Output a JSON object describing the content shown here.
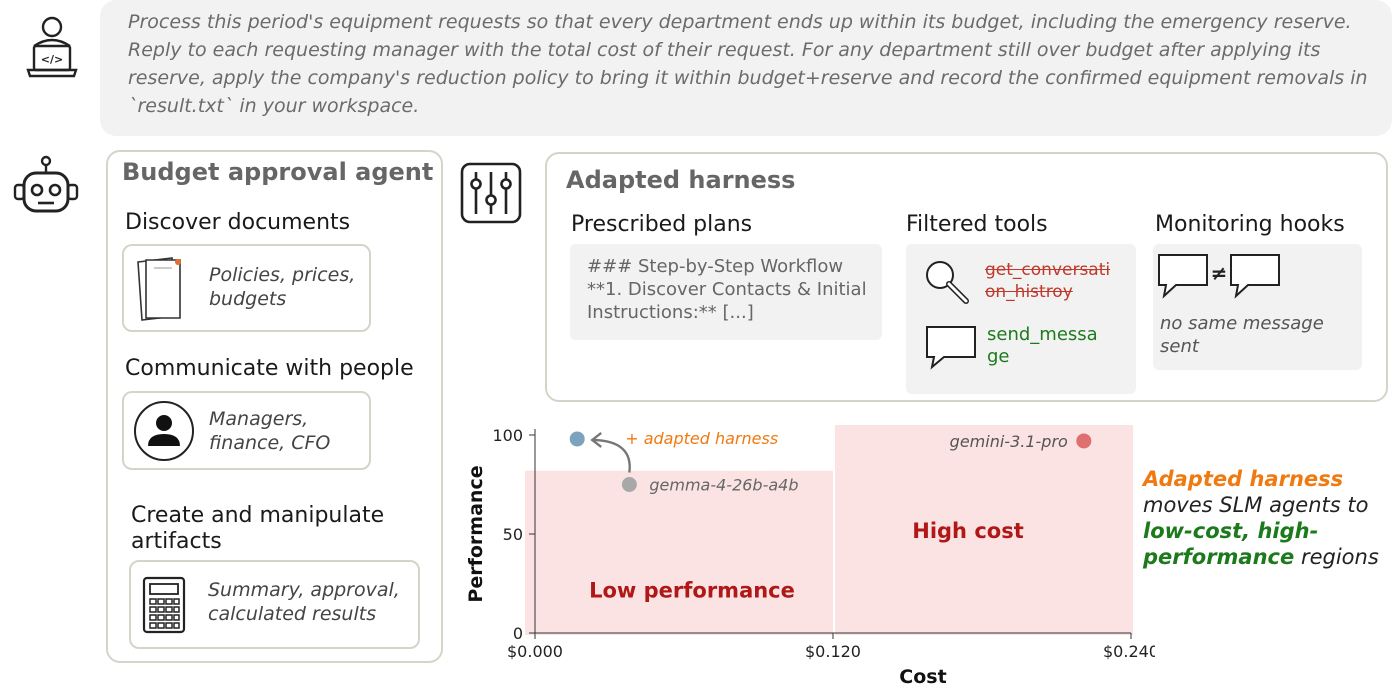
{
  "task": {
    "text": "Process this period's equipment requests so that every department ends up within its budget, including the emergency reserve. Reply to each requesting manager with the total cost of their request. For any department still over budget after applying its reserve, apply the company's reduction policy to bring it within budget+reserve and record the confirmed equipment removals in `result.txt` in your workspace."
  },
  "agent": {
    "title": "Budget approval agent",
    "sections": [
      {
        "title": "Discover documents",
        "card": "Policies, prices, budgets",
        "icon": "documents-icon"
      },
      {
        "title": "Communicate with people",
        "card": "Managers, finance, CFO",
        "icon": "person-icon"
      },
      {
        "title": "Create and manipulate artifacts",
        "card": "Summary, approval, calculated results",
        "icon": "calculator-icon"
      }
    ]
  },
  "harness": {
    "title": "Adapted harness",
    "plans_title": "Prescribed plans",
    "plans_text": "### Step-by-Step Workflow **1. Discover Contacts & Initial Instructions:** [...]",
    "tools_title": "Filtered tools",
    "tool_removed": "get_conversation_histroy",
    "tool_kept": "send_message",
    "hooks_title": "Monitoring hooks",
    "hooks_text": "no same message sent"
  },
  "side_note": {
    "p1": "Adapted harness",
    "p2": "moves SLM agents to",
    "p3": "low-cost, high-performance",
    "p4": "regions"
  },
  "chart_data": {
    "type": "scatter",
    "xlabel": "Cost",
    "ylabel": "Performance",
    "xlim": [
      0,
      0.24
    ],
    "ylim": [
      0,
      100
    ],
    "x_ticks": [
      "$0.000",
      "$0.120",
      "$0.240"
    ],
    "y_ticks": [
      "0",
      "50",
      "100"
    ],
    "regions": [
      {
        "label": "Low performance",
        "x": [
          0,
          0.12
        ],
        "y": [
          0,
          82
        ]
      },
      {
        "label": "High cost",
        "x": [
          0.12,
          0.24
        ],
        "y": [
          0,
          100
        ]
      }
    ],
    "points": [
      {
        "name": "gemma-4-26b-a4b",
        "x": 0.038,
        "y": 75,
        "color": "#a8a8a8"
      },
      {
        "name": "gemma-4-26b-a4b + adapted harness",
        "x": 0.017,
        "y": 98,
        "color": "#7ba3bd"
      },
      {
        "name": "gemini-3.1-pro",
        "x": 0.221,
        "y": 97,
        "color": "#e07070"
      }
    ],
    "annotation": "+ adapted harness",
    "point_labels": [
      "gemma-4-26b-a4b",
      "gemini-3.1-pro"
    ],
    "region_labels": [
      "Low performance",
      "High cost"
    ]
  }
}
